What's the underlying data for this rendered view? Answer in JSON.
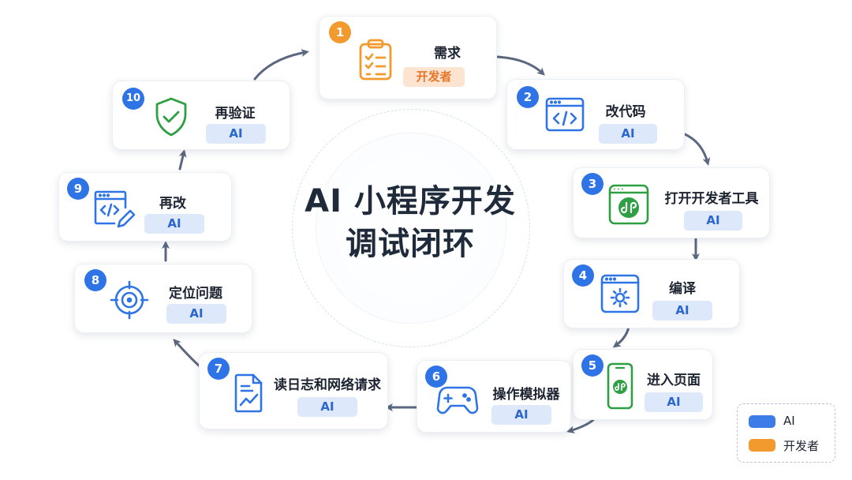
{
  "diagram": {
    "title_line1": "AI 小程序开发",
    "title_line2": "调试闭环"
  },
  "steps": [
    {
      "number": "1",
      "label": "需求",
      "owner": "开发者",
      "owner_type": "dev",
      "icon": "clipboard-checklist-icon"
    },
    {
      "number": "2",
      "label": "改代码",
      "owner": "AI",
      "owner_type": "ai",
      "icon": "code-window-icon"
    },
    {
      "number": "3",
      "label": "打开开发者工具",
      "owner": "AI",
      "owner_type": "ai",
      "icon": "miniprogram-tool-icon"
    },
    {
      "number": "4",
      "label": "编译",
      "owner": "AI",
      "owner_type": "ai",
      "icon": "compile-gear-window-icon"
    },
    {
      "number": "5",
      "label": "进入页面",
      "owner": "AI",
      "owner_type": "ai",
      "icon": "phone-miniprogram-icon"
    },
    {
      "number": "6",
      "label": "操作模拟器",
      "owner": "AI",
      "owner_type": "ai",
      "icon": "gamepad-icon"
    },
    {
      "number": "7",
      "label": "读日志和网络请求",
      "owner": "AI",
      "owner_type": "ai",
      "icon": "log-document-icon"
    },
    {
      "number": "8",
      "label": "定位问题",
      "owner": "AI",
      "owner_type": "ai",
      "icon": "crosshair-target-icon"
    },
    {
      "number": "9",
      "label": "再改",
      "owner": "AI",
      "owner_type": "ai",
      "icon": "code-edit-icon"
    },
    {
      "number": "10",
      "label": "再验证",
      "owner": "AI",
      "owner_type": "ai",
      "icon": "shield-check-icon"
    }
  ],
  "legend": {
    "items": [
      {
        "label": "AI",
        "color": "#3d7be8"
      },
      {
        "label": "开发者",
        "color": "#f39a2e"
      }
    ]
  },
  "colors": {
    "ai_blue": "#2f74e6",
    "developer_orange": "#f39a2e",
    "tool_green": "#2ea043",
    "arrow_gray": "#5b6880"
  }
}
